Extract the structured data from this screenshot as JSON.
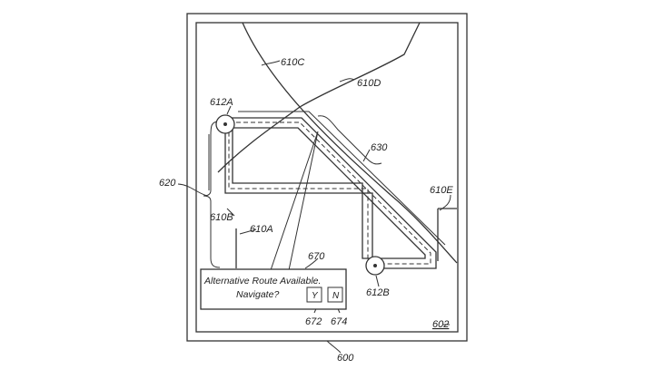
{
  "labels": {
    "device": "600",
    "screen": "602",
    "road_a": "610A",
    "road_b": "610B",
    "road_c": "610C",
    "road_d": "610D",
    "road_e": "610E",
    "route": "620",
    "alt_route": "630",
    "start": "612A",
    "end": "612B",
    "prompt": "670",
    "yes_ref": "672",
    "no_ref": "674"
  },
  "dialog": {
    "line1": "Alternative Route Available.",
    "line2": "Navigate?",
    "yes_label": "Y",
    "no_label": "N"
  }
}
